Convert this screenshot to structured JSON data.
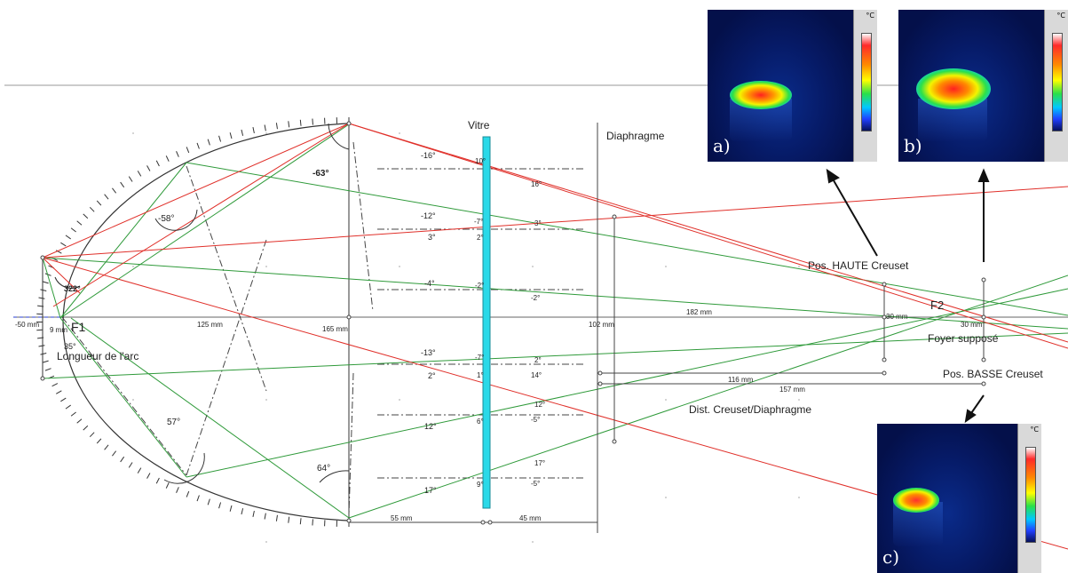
{
  "labels": {
    "vitre": "Vitre",
    "diaphragme": "Diaphragme",
    "pos_haute": "Pos. HAUTE Creuset",
    "pos_basse": "Pos. BASSE Creuset",
    "f1": "F1",
    "f2": "F2",
    "foyer": "Foyer supposé",
    "longueur_arc": "Longueur de l'arc",
    "dist_creuset": "Dist. Creuset/Diaphragme"
  },
  "dimensions": {
    "d_neg50": "-50 mm",
    "d_9": "9 mm",
    "d_125": "125 mm",
    "d_165": "165 mm",
    "d_102": "102 mm",
    "d_182": "182 mm",
    "d_30a": "30 mm",
    "d_30b": "30 mm",
    "d_116": "116 mm",
    "d_157": "157 mm",
    "d_55": "55 mm",
    "d_45": "45 mm"
  },
  "angles": {
    "a_neg63": "-63°",
    "a_neg58": "-58°",
    "a_322": "322°",
    "a_35": "35°",
    "a_57": "57°",
    "a_64": "64°",
    "a_neg16": "-16°",
    "a_neg12": "-12°",
    "a_3": "3°",
    "a_neg4": "-4°",
    "a_neg13": "-13°",
    "a_2": "2°",
    "a_12": "12°",
    "a_17": "17°",
    "b_10": "10°",
    "b_neg7a": "-7°",
    "b_2a": "2°",
    "b_neg2": "-2°",
    "b_neg7b": "-7°",
    "b_1": "1°",
    "b_6": "6°",
    "b_9": "9°",
    "c_16": "16°",
    "c_3": "3°",
    "c_neg2": "-2°",
    "c_2": "2°",
    "c_14": "14°",
    "c_12": "12°",
    "c_neg5": "-5°",
    "c_17": "17°",
    "c_neg5b": "-5°"
  },
  "thermal": {
    "a_label": "a)",
    "b_label": "b)",
    "c_label": "c)",
    "unit": "°C"
  },
  "colors": {
    "red_ray": "#e0302a",
    "green_ray": "#2f9a3a",
    "vitre": "#2ad9e8",
    "outline": "#333333"
  }
}
